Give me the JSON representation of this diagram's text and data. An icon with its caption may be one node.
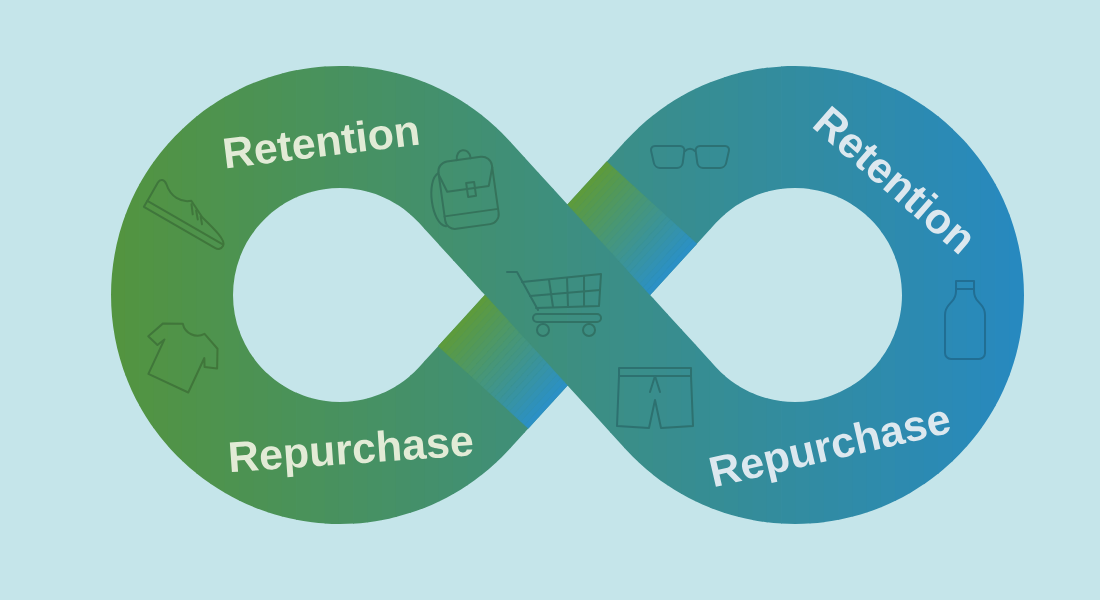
{
  "diagram": {
    "nodes": [
      {
        "text": [
          "Retention",
          "Repurchase",
          "Retention",
          "Repurchase"
        ]
      }
    ]
  }
}
